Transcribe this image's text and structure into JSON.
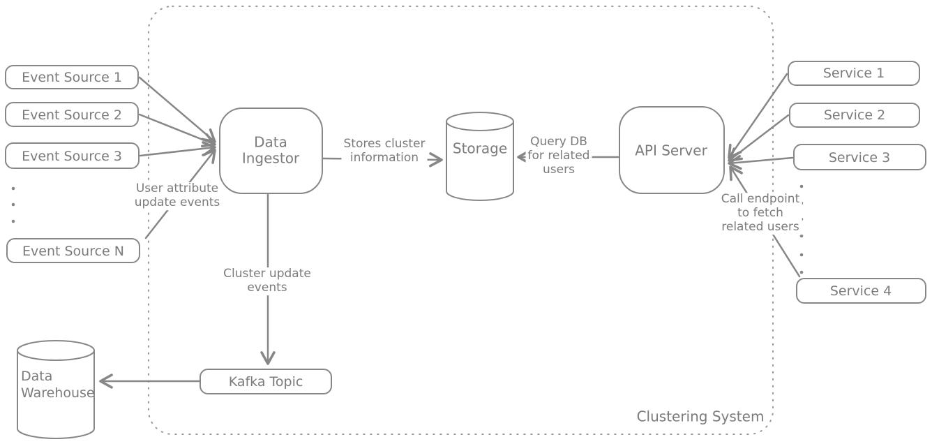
{
  "system": {
    "title": "Clustering System"
  },
  "colors": {
    "stroke": "#878787",
    "text": "#7b7b7b",
    "boundary": "#9a9a9a",
    "background": "#ffffff"
  },
  "nodes": {
    "event_sources": [
      {
        "label": "Event Source 1"
      },
      {
        "label": "Event Source 2"
      },
      {
        "label": "Event Source 3"
      },
      {
        "label": "Event Source N"
      }
    ],
    "data_ingestor": {
      "label": "Data\nIngestor"
    },
    "storage": {
      "label": "Storage"
    },
    "api_server": {
      "label": "API Server"
    },
    "services": [
      {
        "label": "Service 1"
      },
      {
        "label": "Service 2"
      },
      {
        "label": "Service 3"
      },
      {
        "label": "Service 4"
      }
    ],
    "kafka_topic": {
      "label": "Kafka Topic"
    },
    "data_warehouse": {
      "label": "Data\nWarehouse"
    }
  },
  "edges": {
    "user_attribute_update": {
      "label": "User attribute\nupdate events"
    },
    "stores_cluster": {
      "label": "Stores cluster\ninformation"
    },
    "query_db": {
      "label": "Query DB\nfor related\nusers"
    },
    "call_endpoint": {
      "label": "Call endpoint\nto fetch\nrelated users"
    },
    "cluster_update": {
      "label": "Cluster update\nevents"
    }
  }
}
